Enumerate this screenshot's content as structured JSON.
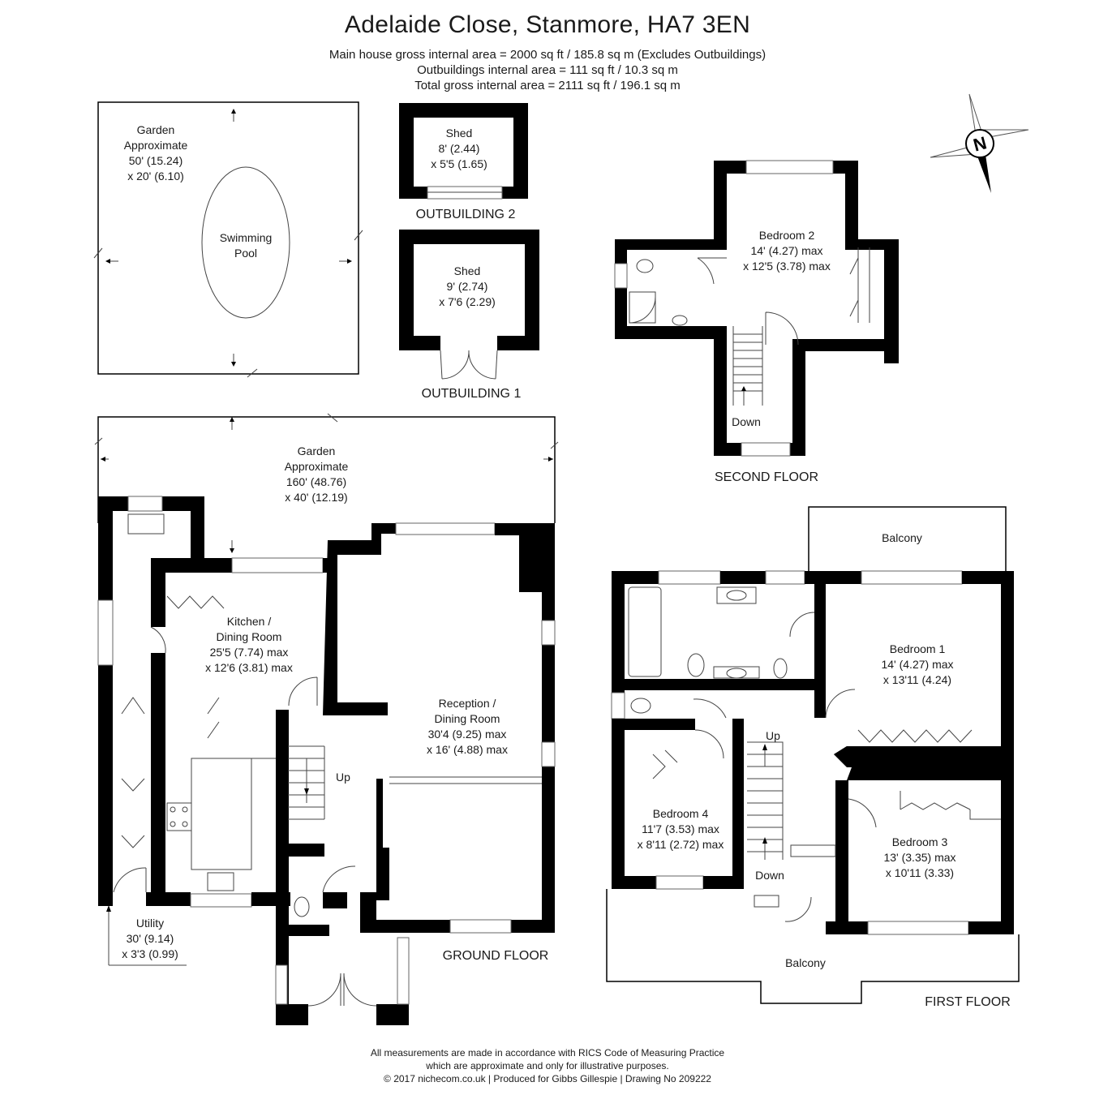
{
  "header": {
    "title": "Adelaide Close, Stanmore, HA7 3EN",
    "area_main": "Main house gross internal area =  2000 sq ft / 185.8 sq m (Excludes Outbuildings)",
    "area_outbuildings": "Outbuildings internal area = 111 sq ft / 10.3 sq m",
    "area_total": "Total gross internal area =  2111 sq ft / 196.1 sq m"
  },
  "compass": {
    "label": "N"
  },
  "garden_pool": {
    "lines": [
      "Garden",
      "Approximate",
      "50' (15.24)",
      "x 20' (6.10)"
    ],
    "pool": [
      "Swimming",
      "Pool"
    ]
  },
  "outbuilding2": {
    "lines": [
      "Shed",
      "8' (2.44)",
      "x 5'5 (1.65)"
    ],
    "label": "OUTBUILDING 2"
  },
  "outbuilding1": {
    "lines": [
      "Shed",
      "9' (2.74)",
      "x 7'6 (2.29)"
    ],
    "label": "OUTBUILDING 1"
  },
  "second_floor": {
    "label": "SECOND FLOOR",
    "bedroom2": [
      "Bedroom 2",
      "14' (4.27) max",
      "x 12'5 (3.78) max"
    ],
    "stairs": "Down"
  },
  "garden_main": {
    "lines": [
      "Garden",
      "Approximate",
      "160' (48.76)",
      "x 40' (12.19)"
    ]
  },
  "ground_floor": {
    "label": "GROUND FLOOR",
    "kitchen": [
      "Kitchen /",
      "Dining Room",
      "25'5 (7.74) max",
      "x 12'6 (3.81) max"
    ],
    "reception": [
      "Reception /",
      "Dining Room",
      "30'4 (9.25) max",
      "x 16' (4.88) max"
    ],
    "utility": [
      "Utility",
      "30' (9.14)",
      "x 3'3 (0.99)"
    ],
    "stairs": "Up"
  },
  "first_floor": {
    "label": "FIRST FLOOR",
    "balcony_top": "Balcony",
    "balcony_bottom": "Balcony",
    "bedroom1": [
      "Bedroom 1",
      "14' (4.27) max",
      "x 13'11 (4.24)"
    ],
    "bedroom3": [
      "Bedroom 3",
      "13' (3.35) max",
      "x 10'11 (3.33)"
    ],
    "bedroom4": [
      "Bedroom 4",
      "11'7 (3.53) max",
      "x 8'11 (2.72) max"
    ],
    "stairs_up": "Up",
    "stairs_down": "Down"
  },
  "footer": {
    "line1": "All measurements are made in accordance with RICS Code of Measuring Practice",
    "line2": "which are approximate and only for illustrative purposes.",
    "line3": "© 2017 nichecom.co.uk  |  Produced for Gibbs Gillespie  |  Drawing No 209222"
  }
}
